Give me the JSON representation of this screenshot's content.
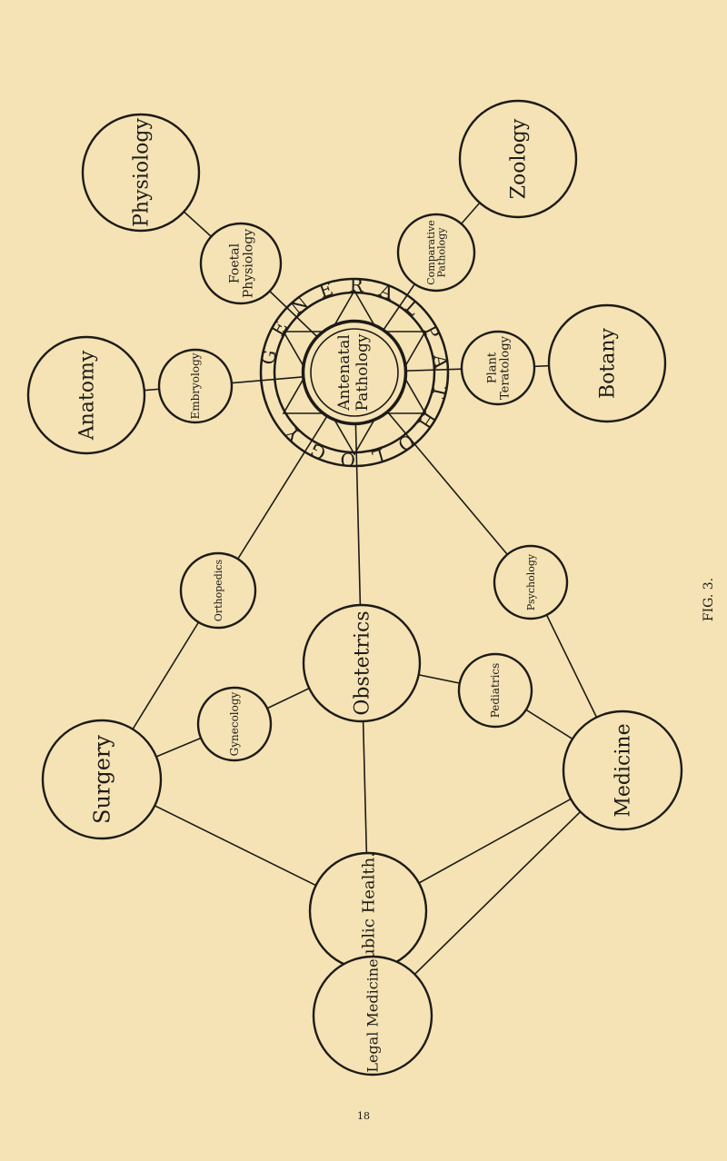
{
  "diagram": {
    "center": {
      "outer_word": "GENERAL PATHOLOGY",
      "inner_label": [
        "Antenatal",
        "Pathology"
      ]
    },
    "nodes": [
      {
        "id": "physiology",
        "label": [
          "Physiology"
        ]
      },
      {
        "id": "foetal-physiology",
        "label": [
          "Foetal",
          "Physiology"
        ]
      },
      {
        "id": "anatomy",
        "label": [
          "Anatomy"
        ]
      },
      {
        "id": "embryology",
        "label": [
          "Embryology"
        ]
      },
      {
        "id": "zoology",
        "label": [
          "Zoology"
        ]
      },
      {
        "id": "comparative-pathology",
        "label": [
          "Comparative",
          "Pathology"
        ]
      },
      {
        "id": "botany",
        "label": [
          "Botany"
        ]
      },
      {
        "id": "plant-teratology",
        "label": [
          "Plant",
          "Teratology"
        ]
      },
      {
        "id": "orthopedics",
        "label": [
          "Orthopedics"
        ]
      },
      {
        "id": "obstetrics",
        "label": [
          "Obstetrics"
        ]
      },
      {
        "id": "psychology",
        "label": [
          "Psychology"
        ]
      },
      {
        "id": "gynecology",
        "label": [
          "Gynecology"
        ]
      },
      {
        "id": "pediatrics",
        "label": [
          "Pediatrics"
        ]
      },
      {
        "id": "surgery",
        "label": [
          "Surgery"
        ]
      },
      {
        "id": "medicine",
        "label": [
          "Medicine"
        ]
      },
      {
        "id": "public-health",
        "label": [
          "Public Health."
        ]
      },
      {
        "id": "legal-medicine",
        "label": [
          "Legal Medicine"
        ]
      }
    ],
    "edges": [
      [
        "center",
        "foetal-physiology"
      ],
      [
        "foetal-physiology",
        "physiology"
      ],
      [
        "center",
        "embryology"
      ],
      [
        "embryology",
        "anatomy"
      ],
      [
        "center",
        "comparative-pathology"
      ],
      [
        "comparative-pathology",
        "zoology"
      ],
      [
        "center",
        "plant-teratology"
      ],
      [
        "plant-teratology",
        "botany"
      ],
      [
        "center",
        "orthopedics"
      ],
      [
        "center",
        "obstetrics"
      ],
      [
        "center",
        "psychology"
      ],
      [
        "orthopedics",
        "surgery"
      ],
      [
        "gynecology",
        "surgery"
      ],
      [
        "obstetrics",
        "gynecology"
      ],
      [
        "obstetrics",
        "pediatrics"
      ],
      [
        "obstetrics",
        "public-health"
      ],
      [
        "pediatrics",
        "medicine"
      ],
      [
        "psychology",
        "medicine"
      ],
      [
        "surgery",
        "public-health"
      ],
      [
        "medicine",
        "public-health"
      ],
      [
        "medicine",
        "legal-medicine"
      ],
      [
        "public-health",
        "legal-medicine"
      ]
    ]
  },
  "caption": "FIG. 3.",
  "page_number": "18"
}
